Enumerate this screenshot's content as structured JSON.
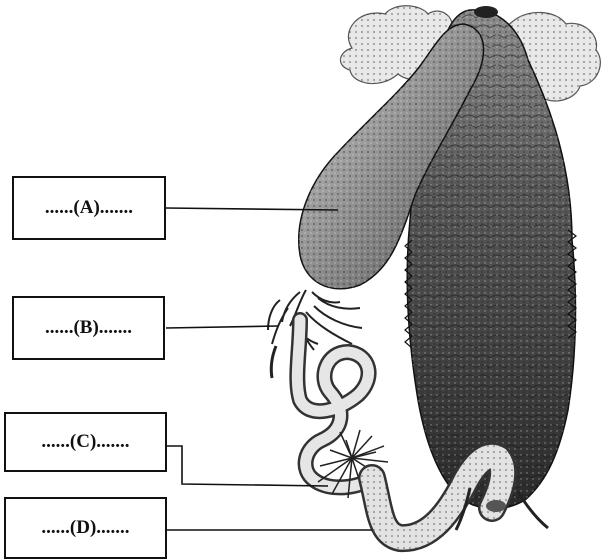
{
  "labels": {
    "a": "......(A).......",
    "b": "......(B).......",
    "c": "......(C).......",
    "d": "......(D)......."
  },
  "colors": {
    "line": "#111111",
    "body_dark": "#2a2a2a",
    "body_light": "#9a9a9a",
    "outline": "#111111"
  }
}
